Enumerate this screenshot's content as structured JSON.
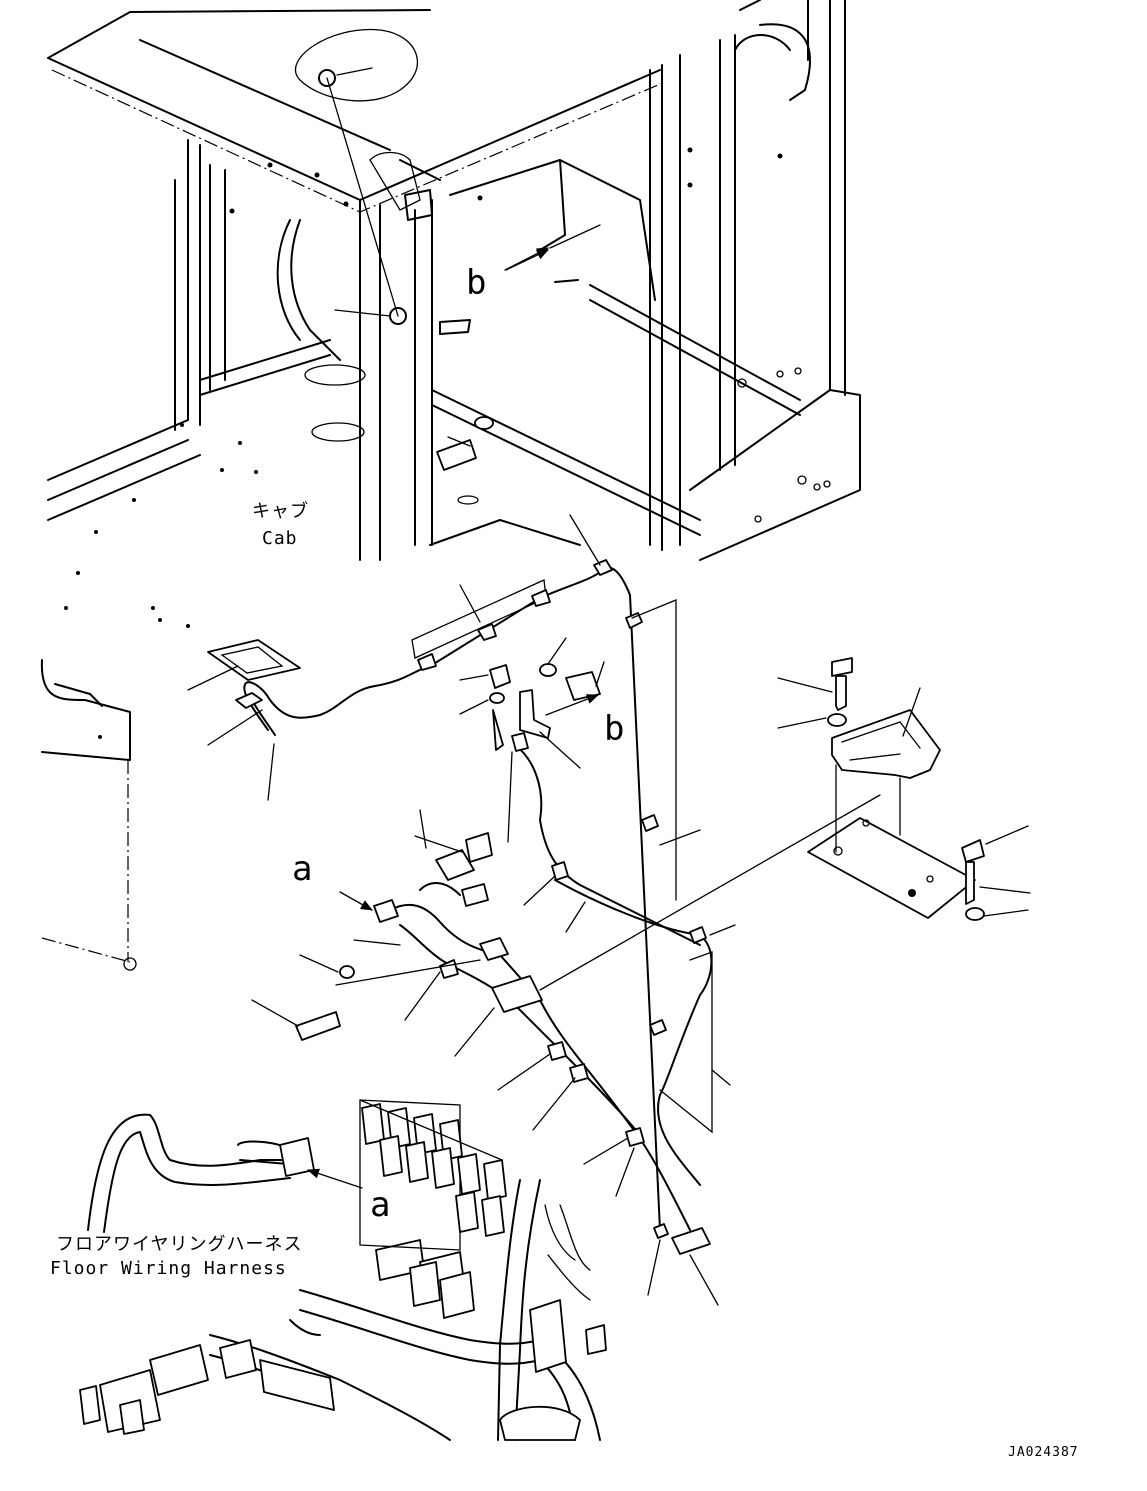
{
  "labels": {
    "cab_jp": "キャブ",
    "cab_en": "Cab",
    "harness_jp": "フロアワイヤリングハーネス",
    "harness_en": "Floor Wiring Harness",
    "ref_a_right": "a",
    "ref_a_left": "a",
    "ref_b_top": "b",
    "ref_b_mid": "b",
    "drawing_code": "JA024387"
  }
}
